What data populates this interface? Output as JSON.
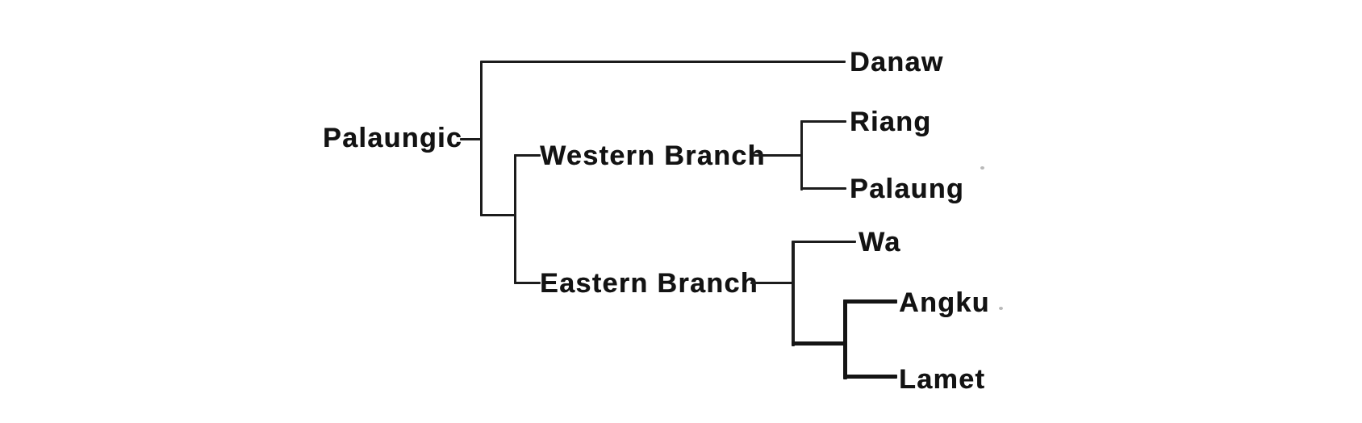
{
  "diagram": {
    "labels": {
      "root": "Palaungic",
      "danaw": "Danaw",
      "western_branch": "Western Branch",
      "riang": "Riang",
      "palaung": "Palaung",
      "eastern_branch": "Eastern Branch",
      "wa": "Wa",
      "angku": "Angku",
      "lamet": "Lamet"
    },
    "hierarchy": {
      "label": "Palaungic",
      "children": [
        {
          "label": "Danaw"
        },
        {
          "label": "Western Branch",
          "children": [
            {
              "label": "Riang"
            },
            {
              "label": "Palaung"
            }
          ]
        },
        {
          "label": "Eastern Branch",
          "children": [
            {
              "label": "Wa"
            },
            {
              "label": "",
              "children": [
                {
                  "label": "Angku"
                },
                {
                  "label": "Lamet"
                }
              ]
            }
          ]
        }
      ]
    },
    "colors": {
      "ink": "#1c1c1c",
      "background": "#ffffff"
    }
  }
}
